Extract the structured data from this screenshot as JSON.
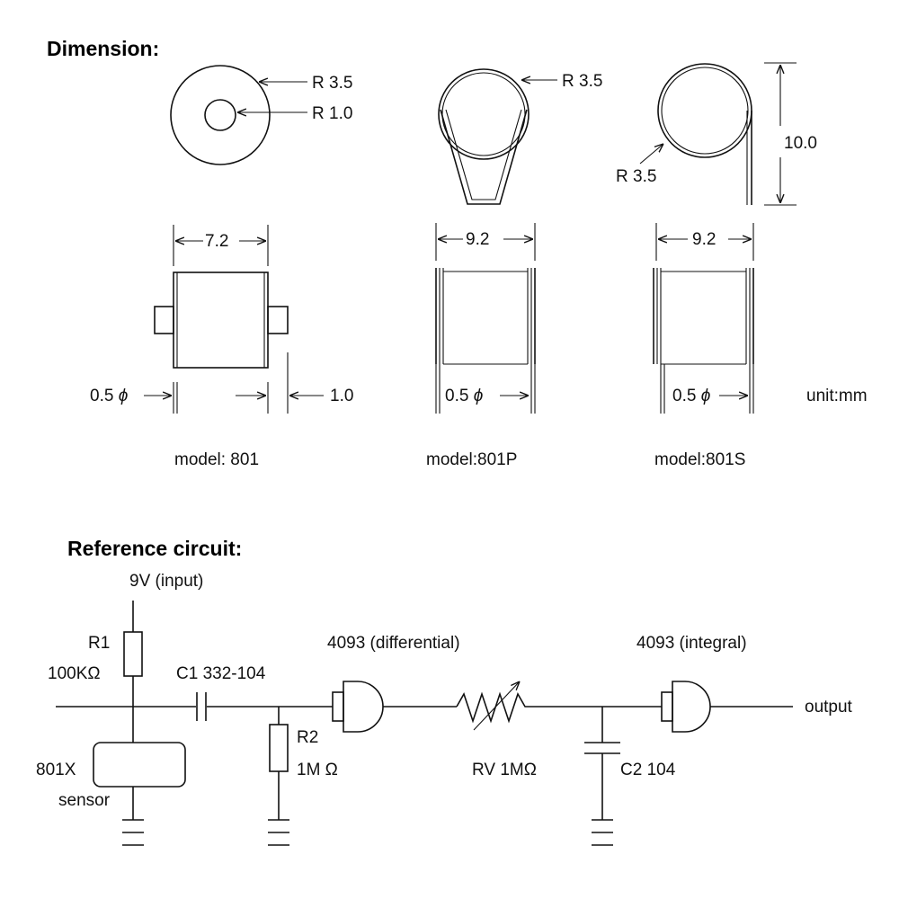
{
  "dimension": {
    "heading": "Dimension:",
    "unit": "unit:mm",
    "top_views": {
      "model_801": {
        "r_outer": "R 3.5",
        "r_inner": "R 1.0"
      },
      "model_801p": {
        "r": "R 3.5"
      },
      "model_801s": {
        "r": "R 3.5",
        "height": "10.0"
      }
    },
    "side_views": [
      {
        "width": "7.2",
        "lead": "0.5",
        "lead_extra": "1.0",
        "model": "model: 801"
      },
      {
        "width": "9.2",
        "lead": "0.5",
        "model": "model:801P"
      },
      {
        "width": "9.2",
        "lead": "0.5",
        "model": "model:801S"
      }
    ],
    "phi_symbol": "ϕ"
  },
  "circuit": {
    "heading": "Reference circuit:",
    "input": "9V (input)",
    "r1_name": "R1",
    "r1_value": "100KΩ",
    "c1": "C1 332-104",
    "gate1": "4093 (differential)",
    "gate2": "4093 (integral)",
    "r2_name": "R2",
    "r2_value": "1M Ω",
    "rv": "RV 1MΩ",
    "c2": "C2 104",
    "sensor_name": "801X",
    "sensor_label": "sensor",
    "output": "output"
  }
}
